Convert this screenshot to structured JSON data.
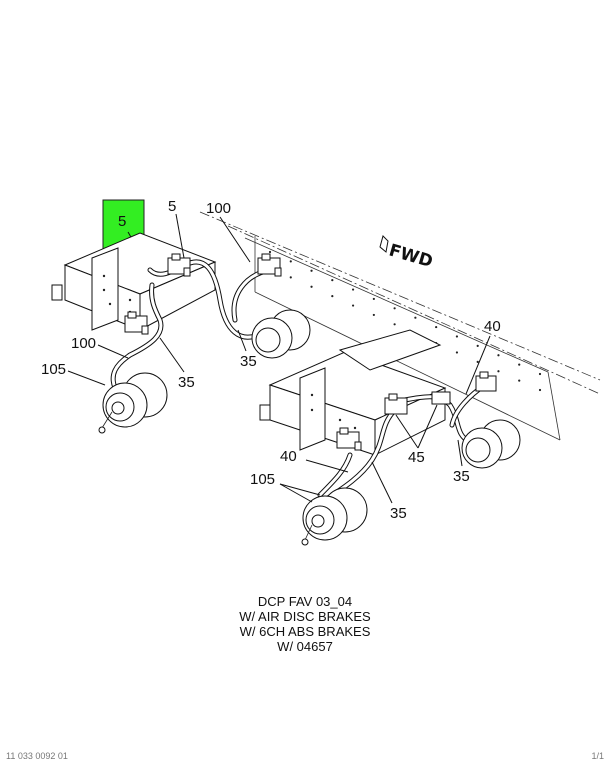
{
  "highlight": {
    "label": "5",
    "color": "#33ee22"
  },
  "callouts": {
    "c5_top": "5",
    "c100_top": "100",
    "c100_left": "100",
    "c105_left": "105",
    "c35_a": "35",
    "c35_b": "35",
    "c40_right": "40",
    "c45": "45",
    "c35_c": "35",
    "c40_low": "40",
    "c105_low": "105",
    "c35_d": "35"
  },
  "direction": {
    "label": "FWD",
    "icon": "forward-arrow-icon"
  },
  "caption": {
    "line1": "DCP FAV 03_04",
    "line2": "W/ AIR DISC BRAKES",
    "line3": "W/ 6CH ABS BRAKES",
    "line4": "W/ 04657"
  },
  "footer": {
    "left": "11 033 0092 01",
    "right": "1/1"
  }
}
